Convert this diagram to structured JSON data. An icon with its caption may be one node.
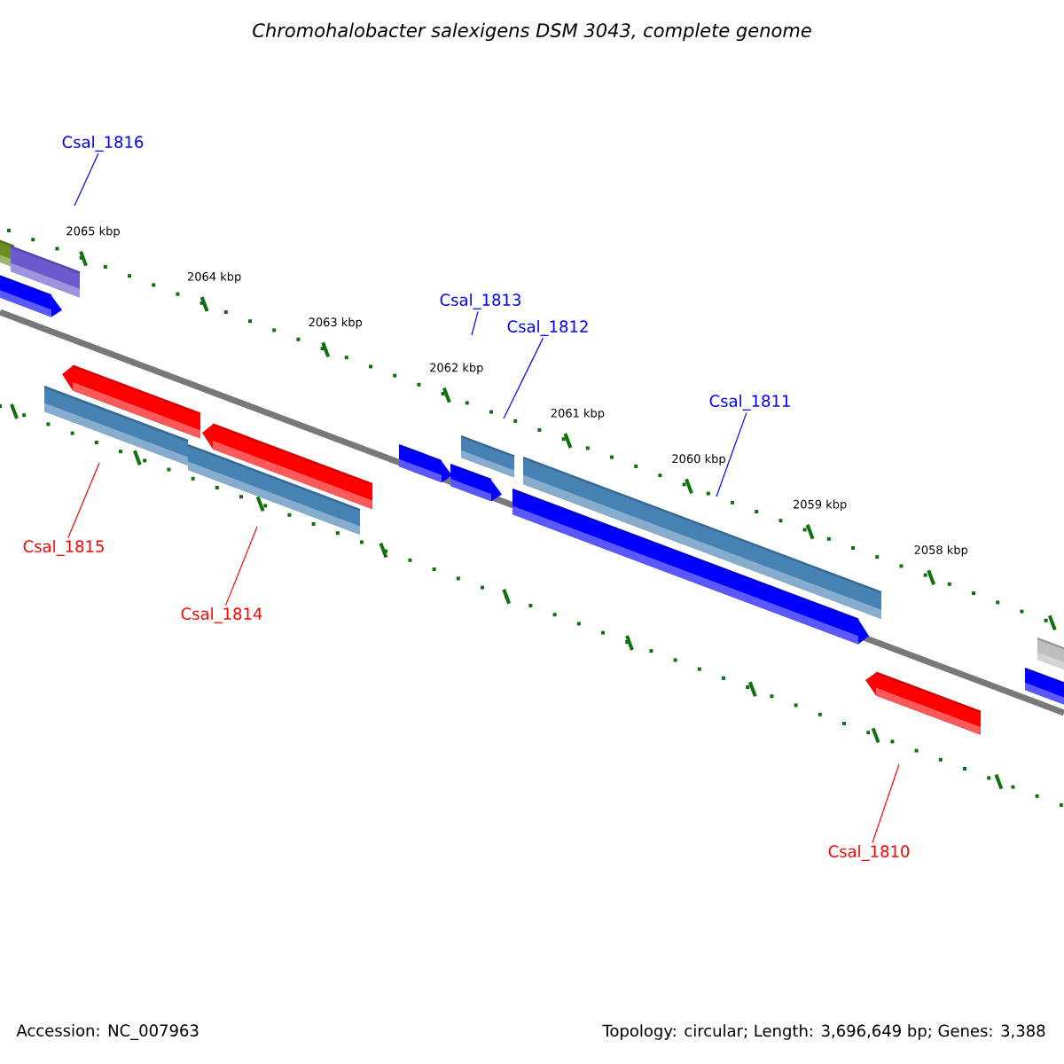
{
  "diagram": {
    "title": "Chromohalobacter salexigens DSM 3043, complete genome",
    "nodes": [
      {
        "text": [
          "Csal_1816"
        ]
      },
      {
        "text": [
          "Csal_1813"
        ]
      },
      {
        "text": [
          "Csal_1812"
        ]
      },
      {
        "text": [
          "Csal_1811"
        ]
      },
      {
        "text": [
          "Csal_1815"
        ]
      },
      {
        "text": [
          "Csal_1814"
        ]
      },
      {
        "text": [
          "Csal_1810"
        ]
      }
    ],
    "edges": [
      {
        "from": 0,
        "to": null,
        "arrow": "none"
      },
      {
        "from": 1,
        "to": null,
        "arrow": "none"
      },
      {
        "from": 2,
        "to": null,
        "arrow": "none"
      },
      {
        "from": 3,
        "to": null,
        "arrow": "none"
      },
      {
        "from": 4,
        "to": null,
        "arrow": "none",
        "color": "#ff0000"
      },
      {
        "from": 5,
        "to": null,
        "arrow": "none",
        "color": "#ff0000"
      },
      {
        "from": 6,
        "to": null,
        "arrow": "none",
        "color": "#ff0000"
      }
    ],
    "labels": [
      "2065 kbp",
      "2064 kbp",
      "2063 kbp",
      "2062 kbp",
      "2061 kbp",
      "2060 kbp",
      "2059 kbp",
      "2058 kbp",
      "Accession: NC_007963",
      "Topology: circular; Length: 3,696,649 bp; Genes: 3,388"
    ]
  }
}
